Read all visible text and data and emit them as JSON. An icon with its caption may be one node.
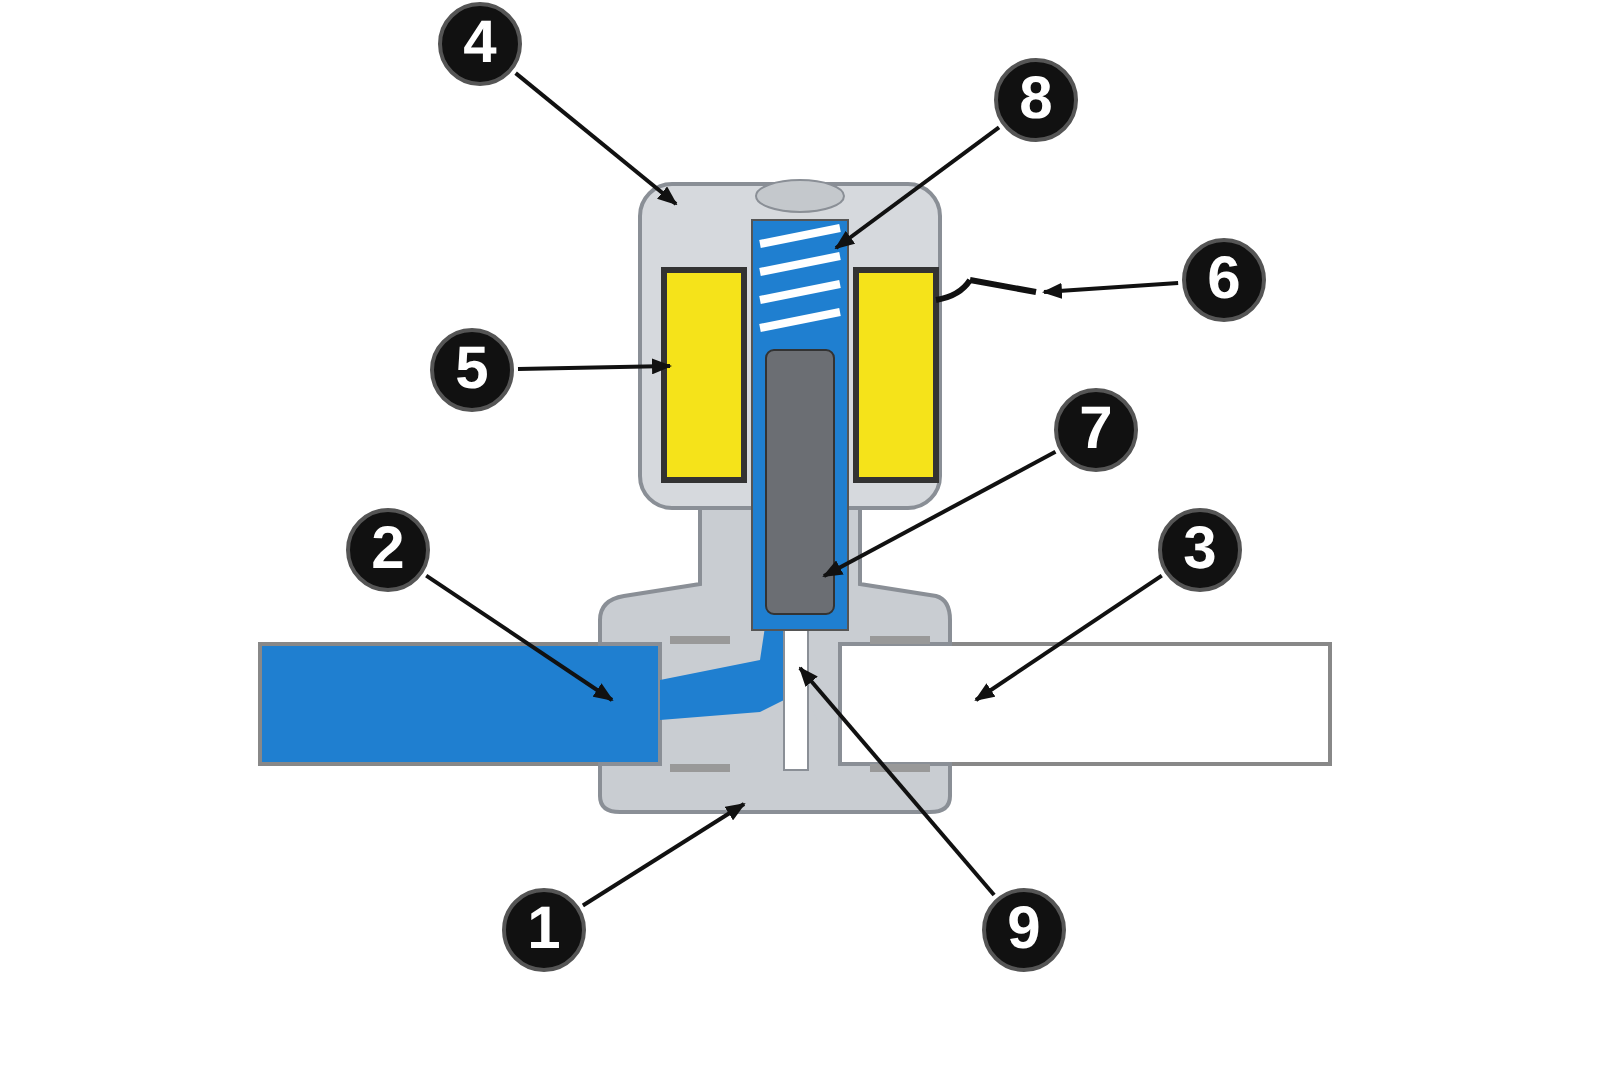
{
  "diagram": {
    "nodes": [
      {
        "text": [
          "4"
        ]
      },
      {
        "text": [
          "8"
        ]
      },
      {
        "text": [
          "6"
        ]
      },
      {
        "text": [
          "5"
        ]
      },
      {
        "text": [
          "7"
        ]
      },
      {
        "text": [
          "2"
        ]
      },
      {
        "text": [
          "3"
        ]
      },
      {
        "text": [
          "1"
        ]
      },
      {
        "text": [
          "9"
        ]
      }
    ],
    "edges": [
      {
        "from": 0,
        "to": null,
        "arrow": "to"
      },
      {
        "from": 1,
        "to": null,
        "arrow": "to"
      },
      {
        "from": 2,
        "to": null,
        "arrow": "to"
      },
      {
        "from": 3,
        "to": null,
        "arrow": "to"
      },
      {
        "from": 4,
        "to": null,
        "arrow": "to"
      },
      {
        "from": 5,
        "to": null,
        "arrow": "to"
      },
      {
        "from": 6,
        "to": null,
        "arrow": "to"
      },
      {
        "from": 7,
        "to": null,
        "arrow": "to"
      },
      {
        "from": 8,
        "to": null,
        "arrow": "to"
      }
    ]
  }
}
